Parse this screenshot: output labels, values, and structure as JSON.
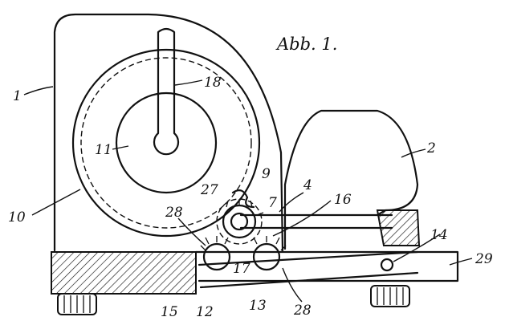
{
  "figure": {
    "title": "Abb. 1.",
    "labels": {
      "l1": "1",
      "l2": "2",
      "l4": "4",
      "l7": "7",
      "l9": "9",
      "l10": "10",
      "l11": "11",
      "l12": "12",
      "l13": "13",
      "l14": "14",
      "l15": "15",
      "l16": "16",
      "l17": "17",
      "l18": "18",
      "l27": "27",
      "l28a": "28",
      "l28b": "28",
      "l29": "29"
    }
  }
}
